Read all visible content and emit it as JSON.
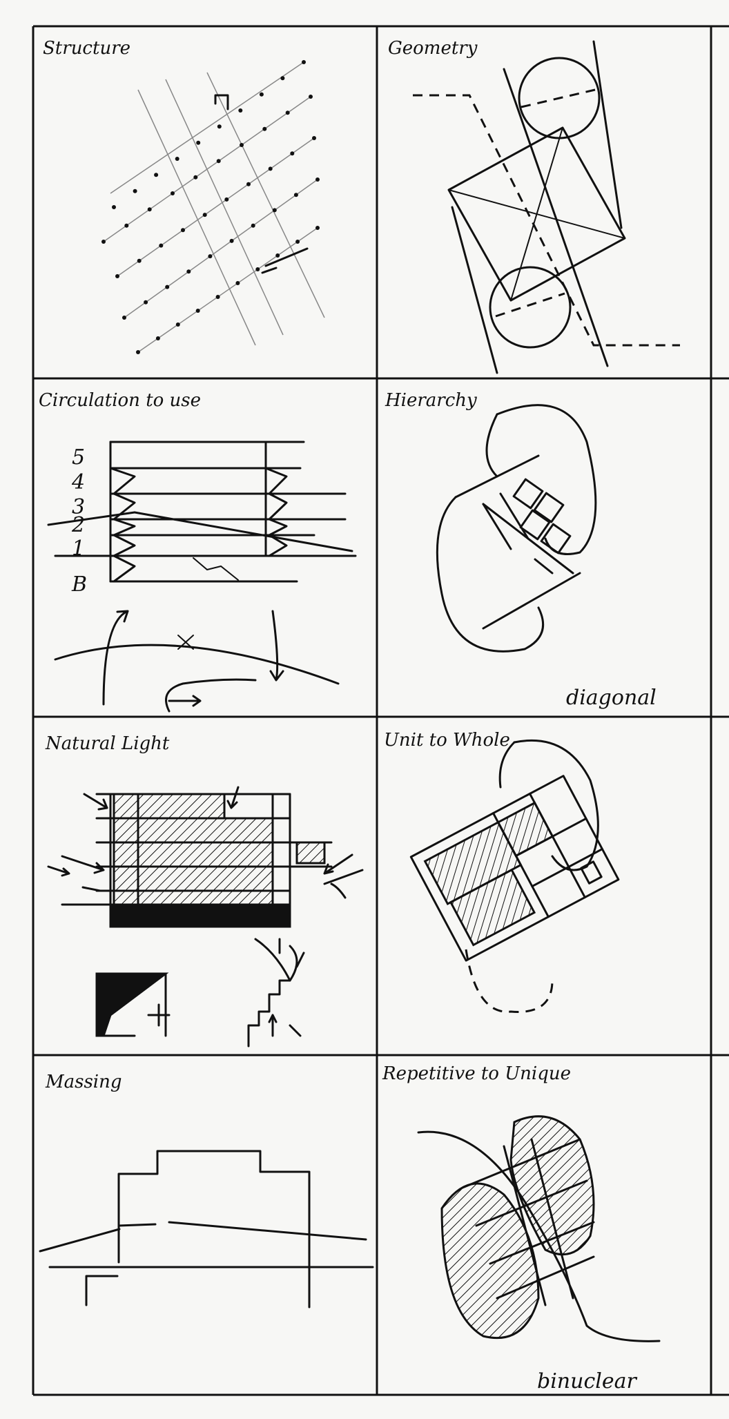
{
  "cells": {
    "structure": {
      "title": "Structure"
    },
    "geometry": {
      "title": "Geometry"
    },
    "circulation": {
      "title": "Circulation to use",
      "levels": [
        "5",
        "4",
        "3",
        "2",
        "1",
        "B"
      ]
    },
    "hierarchy": {
      "title": "Hierarchy",
      "note": "diagonal"
    },
    "natural_light": {
      "title": "Natural Light"
    },
    "unit_to_whole": {
      "title": "Unit to Whole"
    },
    "massing": {
      "title": "Massing"
    },
    "repetitive": {
      "title": "Repetitive to Unique",
      "note": "binuclear"
    }
  },
  "colors": {
    "ink": "#111111",
    "paper": "#f7f7f5"
  }
}
